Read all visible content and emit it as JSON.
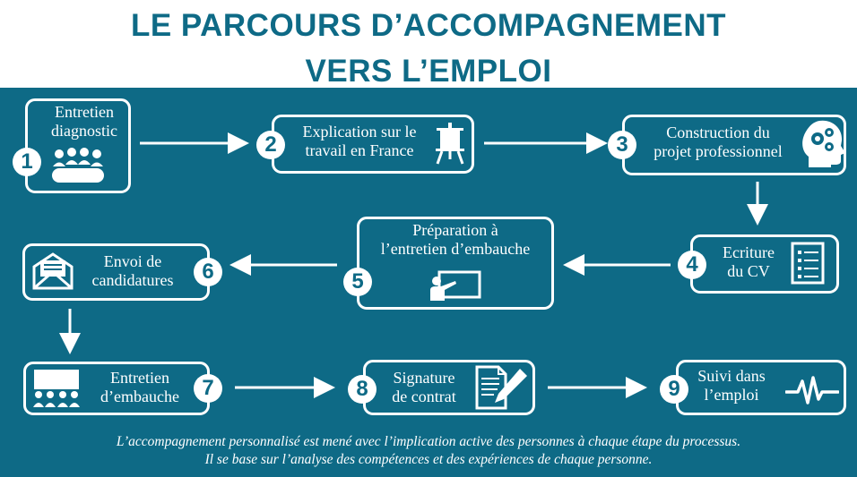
{
  "title": {
    "line1": "LE PARCOURS D’ACCOMPAGNEMENT",
    "line2": "VERS L’EMPLOI"
  },
  "steps": [
    {
      "number": "1",
      "line1": "Entretien",
      "line2": "diagnostic",
      "icon": "meeting-group-icon"
    },
    {
      "number": "2",
      "line1": "Explication sur le",
      "line2": "travail en France",
      "icon": "easel-icon"
    },
    {
      "number": "3",
      "line1": "Construction du",
      "line2": "projet professionnel",
      "icon": "head-gears-icon"
    },
    {
      "number": "4",
      "line1": "Ecriture",
      "line2": "du CV",
      "icon": "checklist-icon"
    },
    {
      "number": "5",
      "line1": "Préparation à",
      "line2": "l’entretien d’embauche",
      "icon": "presenter-board-icon"
    },
    {
      "number": "6",
      "line1": "Envoi de",
      "line2": "candidatures",
      "icon": "envelope-letter-icon"
    },
    {
      "number": "7",
      "line1": "Entretien",
      "line2": "d’embauche",
      "icon": "audience-screen-icon"
    },
    {
      "number": "8",
      "line1": "Signature",
      "line2": "de contrat",
      "icon": "contract-pen-icon"
    },
    {
      "number": "9",
      "line1": "Suivi dans",
      "line2": "l’emploi",
      "icon": "pulse-icon"
    }
  ],
  "footer": {
    "line1": "L’accompagnement personnalisé est mené avec l’implication active des personnes à chaque étape du processus.",
    "line2": "Il se base sur l’analyse des compétences et des expériences de chaque personne."
  },
  "colors": {
    "background": "#0e6a86",
    "foreground": "#ffffff",
    "title": "#0e6a86"
  }
}
